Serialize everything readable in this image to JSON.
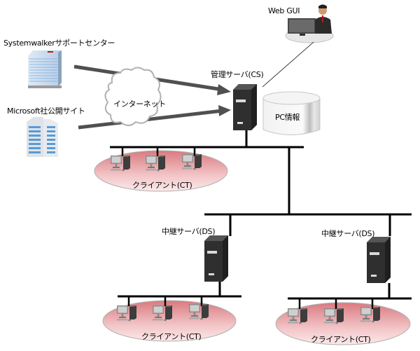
{
  "labels": {
    "web_gui": "Web GUI",
    "support_center": "Systemwalkerサポートセンター",
    "microsoft_site": "Microsoft社公開サイト",
    "internet": "インターネット",
    "management_server": "管理サーバ(CS)",
    "pc_info": "PC情報",
    "relay_server_left": "中継サーバ(DS)",
    "relay_server_right": "中継サーバ(DS)",
    "client_top": "クライアント(CT)",
    "client_bottom_left": "クライアント(CT)",
    "client_bottom_right": "クライアント(CT)"
  },
  "colors": {
    "client_zone": "#e8a0a4",
    "server": "#3a3a3a",
    "network_line": "#000000",
    "arrow": "#505050"
  }
}
